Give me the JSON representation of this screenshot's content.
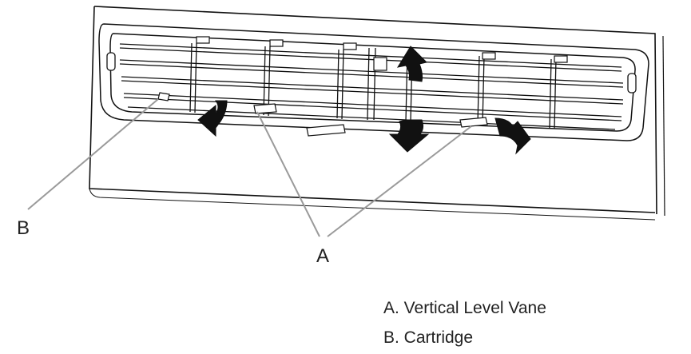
{
  "callouts": {
    "a": "A",
    "b": "B"
  },
  "legend": {
    "item_a": "A. Vertical Level Vane",
    "item_b": "B. Cartridge"
  },
  "airflow_arrows": [
    "up",
    "down",
    "left",
    "right"
  ],
  "colors": {
    "line": "#111111",
    "leader": "#9a9a9a",
    "arrow": "#111111"
  }
}
